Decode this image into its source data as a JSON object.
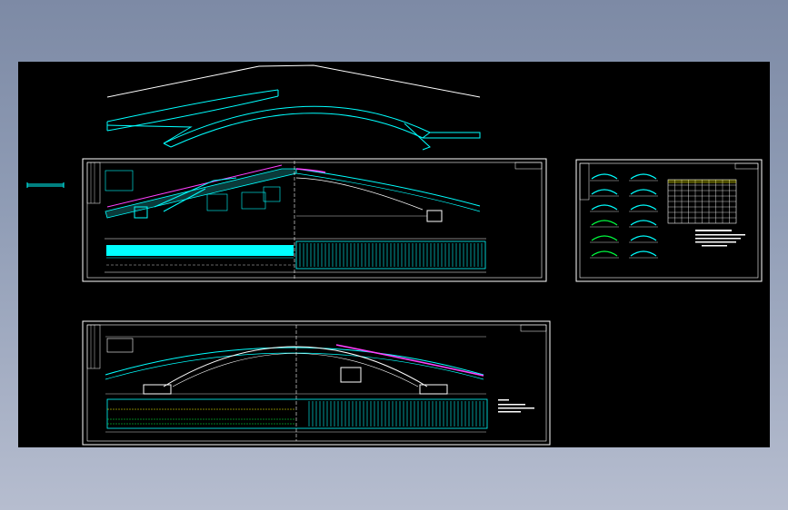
{
  "app": {
    "title": ""
  },
  "colors": {
    "background": "#000000",
    "frame": "#ffffff",
    "cyan": "#00ffff",
    "magenta": "#ff40ff",
    "yellow": "#ffff00",
    "green": "#00ff40",
    "table": "#ffffff"
  },
  "sheets": [
    {
      "id": "elevation-sheet",
      "label": ""
    },
    {
      "id": "detail-sheet",
      "label": ""
    },
    {
      "id": "arch-sheet",
      "label": ""
    }
  ],
  "icons": [
    "zoom-icon"
  ]
}
